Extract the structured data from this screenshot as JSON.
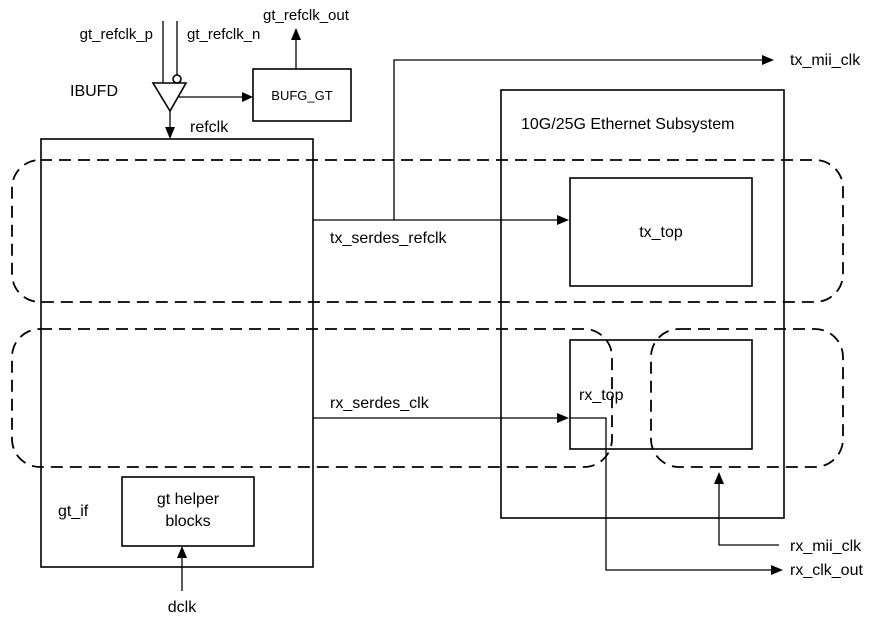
{
  "diagram": {
    "labels": {
      "gt_refclk_p": "gt_refclk_p",
      "gt_refclk_n": "gt_refclk_n",
      "gt_refclk_out": "gt_refclk_out",
      "ibufd": "IBUFD",
      "bufg_gt": "BUFG_GT",
      "refclk": "refclk",
      "tx_mii_clk": "tx_mii_clk",
      "subsystem": "10G/25G Ethernet Subsystem",
      "tx_serdes_refclk": "tx_serdes_refclk",
      "tx_top": "tx_top",
      "rx_serdes_clk": "rx_serdes_clk",
      "rx_top": "rx_top",
      "gt_if": "gt_if",
      "gt_helper_line1": "gt helper",
      "gt_helper_line2": "blocks",
      "dclk": "dclk",
      "rx_mii_clk": "rx_mii_clk",
      "rx_clk_out": "rx_clk_out"
    }
  }
}
